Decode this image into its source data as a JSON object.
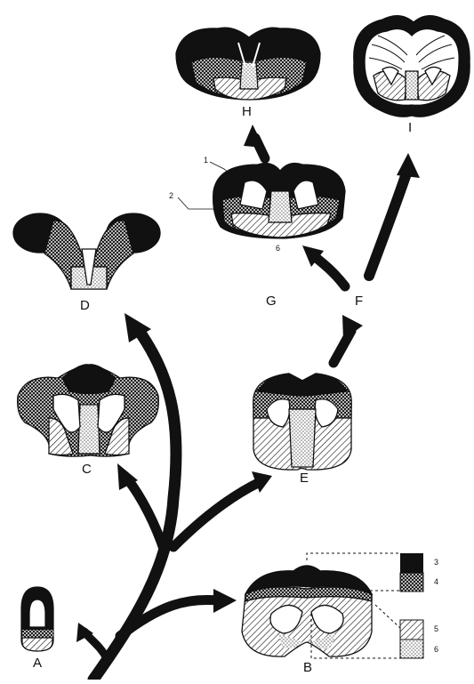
{
  "stages": [
    {
      "id": "A",
      "label": "A"
    },
    {
      "id": "B",
      "label": "B"
    },
    {
      "id": "C",
      "label": "C"
    },
    {
      "id": "D",
      "label": "D"
    },
    {
      "id": "E",
      "label": "E"
    },
    {
      "id": "F",
      "label": "F"
    },
    {
      "id": "G",
      "label": "G"
    },
    {
      "id": "H",
      "label": "H"
    },
    {
      "id": "I",
      "label": "I"
    }
  ],
  "callouts": [
    "1",
    "2",
    "6"
  ],
  "legend": {
    "items": [
      {
        "number": "3",
        "pattern": "solid-black"
      },
      {
        "number": "4",
        "pattern": "crosshatch"
      },
      {
        "number": "5",
        "pattern": "diagonal-hatch"
      },
      {
        "number": "6",
        "pattern": "stipple"
      }
    ]
  },
  "colors": {
    "ink": "#111111",
    "paper": "#ffffff"
  }
}
